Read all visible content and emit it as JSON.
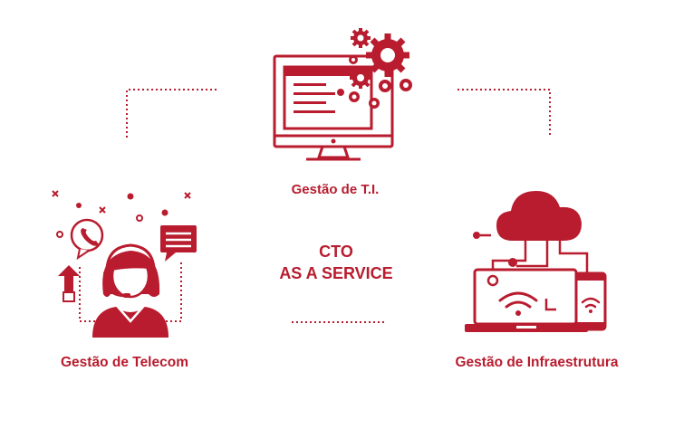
{
  "labels": {
    "ti": "Gestão de T.I.",
    "telecom": "Gestão de Telecom",
    "infra": "Gestão de Infraestrutura"
  },
  "center": {
    "line1": "CTO",
    "line2": "AS A SERVICE"
  },
  "colors": {
    "accent": "#b81c2e",
    "background": "#ffffff"
  },
  "icons": {
    "ti": "monitor-gears-icon",
    "telecom": "call-center-agent-icon",
    "infra": "cloud-devices-icon"
  }
}
